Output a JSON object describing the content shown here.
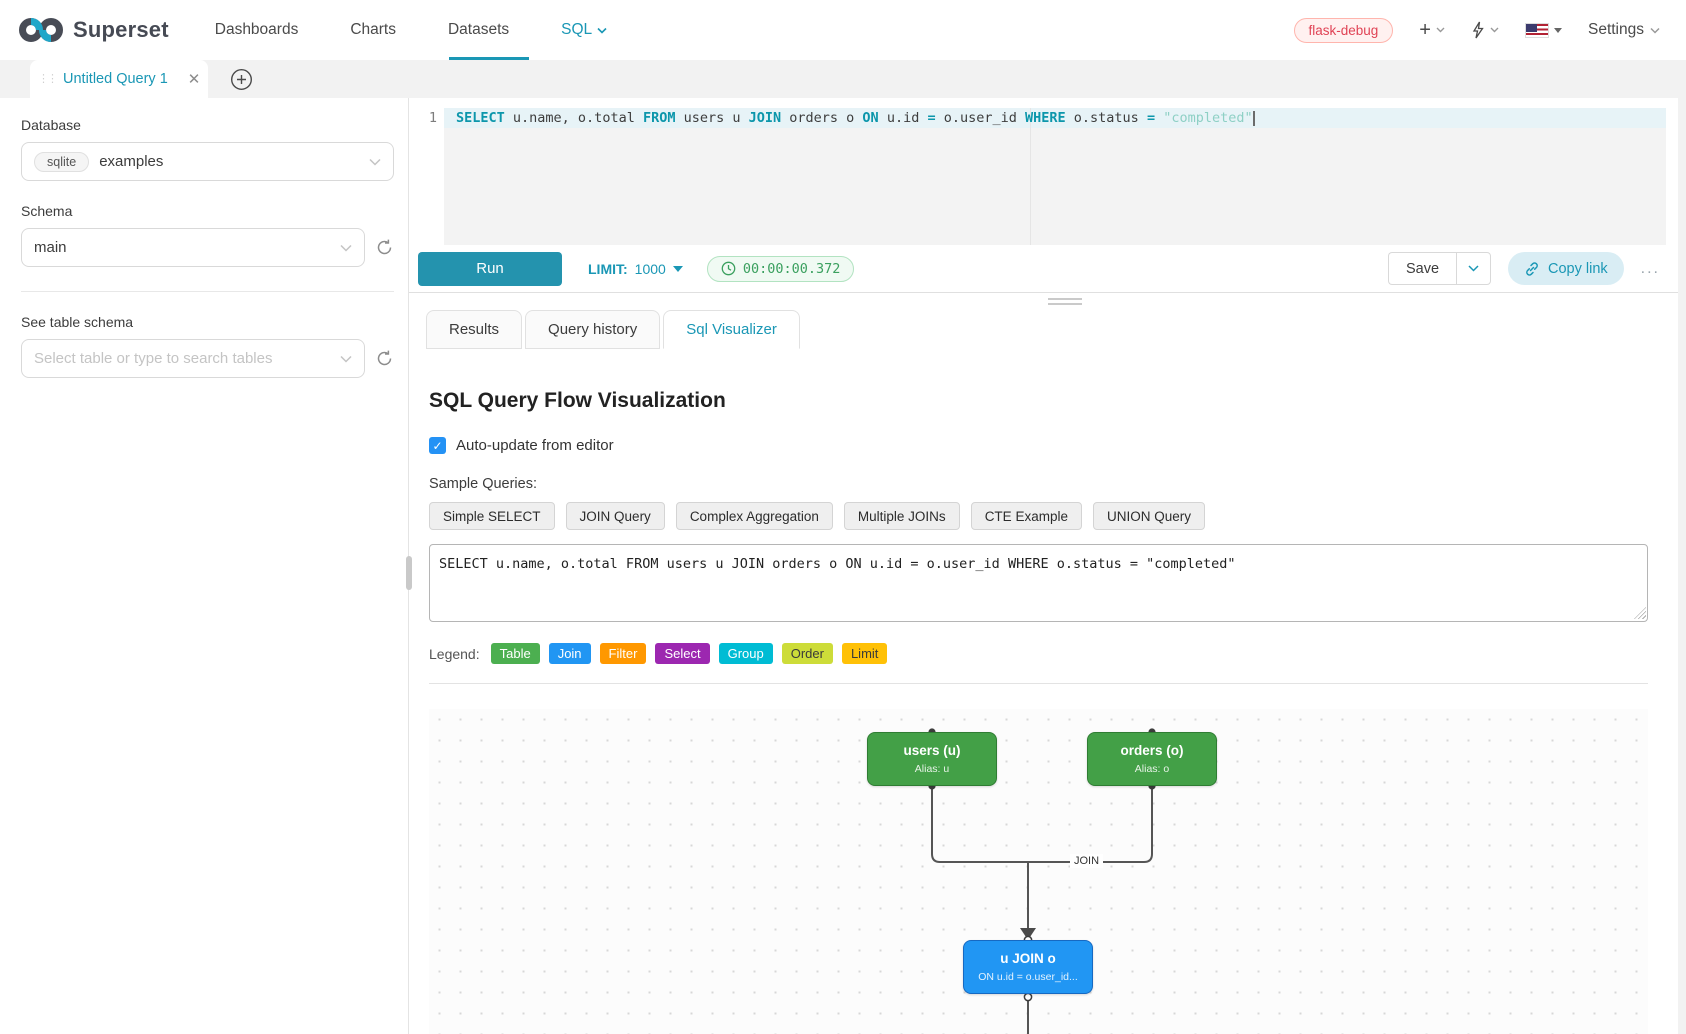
{
  "header": {
    "brand": "Superset",
    "nav": [
      {
        "label": "Dashboards"
      },
      {
        "label": "Charts"
      },
      {
        "label": "Datasets"
      },
      {
        "label": "SQL"
      }
    ],
    "env_badge": "flask-debug",
    "settings_label": "Settings"
  },
  "query_tabs": {
    "active_tab_label": "Untitled Query 1"
  },
  "sidebar": {
    "database_label": "Database",
    "database_engine": "sqlite",
    "database_value": "examples",
    "schema_label": "Schema",
    "schema_value": "main",
    "table_label": "See table schema",
    "table_placeholder": "Select table or type to search tables"
  },
  "editor": {
    "line_number": "1",
    "tokens": [
      {
        "text": "SELECT",
        "type": "kw"
      },
      {
        "text": " u.name, o.total ",
        "type": "id"
      },
      {
        "text": "FROM",
        "type": "kw"
      },
      {
        "text": " users u ",
        "type": "id"
      },
      {
        "text": "JOIN",
        "type": "kw"
      },
      {
        "text": " orders o ",
        "type": "id"
      },
      {
        "text": "ON",
        "type": "kw"
      },
      {
        "text": " u.id ",
        "type": "id"
      },
      {
        "text": "=",
        "type": "kw"
      },
      {
        "text": " o.user_id ",
        "type": "id"
      },
      {
        "text": "WHERE",
        "type": "kw"
      },
      {
        "text": " o.status ",
        "type": "id"
      },
      {
        "text": "=",
        "type": "kw"
      },
      {
        "text": " ",
        "type": "id"
      },
      {
        "text": "\"completed\"",
        "type": "str"
      }
    ]
  },
  "toolbar": {
    "run_label": "Run",
    "limit_label": "LIMIT:",
    "limit_value": "1000",
    "timer_value": "00:00:00.372",
    "save_label": "Save",
    "copy_link_label": "Copy link",
    "more_label": "..."
  },
  "result_tabs": {
    "tabs": [
      {
        "label": "Results"
      },
      {
        "label": "Query history"
      },
      {
        "label": "Sql Visualizer"
      }
    ]
  },
  "visualizer": {
    "title": "SQL Query Flow Visualization",
    "auto_update_label": "Auto-update from editor",
    "auto_update_checked": true,
    "check_glyph": "✓",
    "samples_label": "Sample Queries:",
    "sample_queries": [
      "Simple SELECT",
      "JOIN Query",
      "Complex Aggregation",
      "Multiple JOINs",
      "CTE Example",
      "UNION Query"
    ],
    "sql_text": "SELECT u.name, o.total FROM users u JOIN orders o ON u.id = o.user_id WHERE o.status = \"completed\"",
    "legend_label": "Legend:",
    "legend": [
      {
        "label": "Table",
        "bg": "#4caf50",
        "fg": "#ffffff"
      },
      {
        "label": "Join",
        "bg": "#2196f3",
        "fg": "#ffffff"
      },
      {
        "label": "Filter",
        "bg": "#ff9800",
        "fg": "#ffffff"
      },
      {
        "label": "Select",
        "bg": "#9c27b0",
        "fg": "#ffffff"
      },
      {
        "label": "Group",
        "bg": "#00bcd4",
        "fg": "#ffffff"
      },
      {
        "label": "Order",
        "bg": "#cddc39",
        "fg": "#3a3a3a"
      },
      {
        "label": "Limit",
        "bg": "#ffc107",
        "fg": "#3a3a3a"
      }
    ],
    "flow": {
      "nodes": [
        {
          "title": "users (u)",
          "subtitle": "Alias: u"
        },
        {
          "title": "orders (o)",
          "subtitle": "Alias: o"
        },
        {
          "title": "u JOIN o",
          "subtitle": "ON u.id = o.user_id..."
        }
      ],
      "edge_label": "JOIN",
      "table_color": "#43a047",
      "join_color": "#2196f3"
    }
  },
  "colors": {
    "accent": "#1a97b5",
    "run_button": "#2493ae",
    "timer_green": "#3ba05f",
    "env_badge_red": "#e04355"
  }
}
